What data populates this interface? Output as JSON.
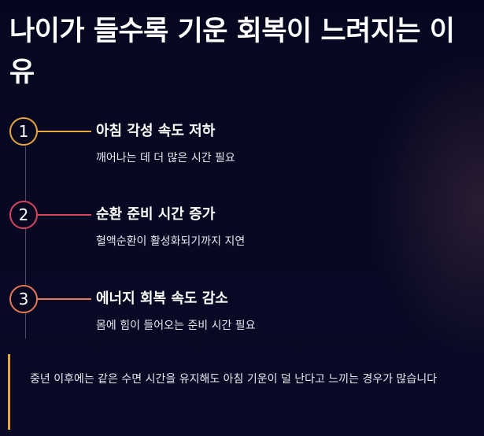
{
  "page": {
    "title": "나이가 들수록 기운 회복이 느려지는 이유"
  },
  "steps": [
    {
      "number": "1",
      "title": "아침 각성 속도 저하",
      "description": "깨어나는 데 더 많은 시간 필요",
      "color": "#e9a63f"
    },
    {
      "number": "2",
      "title": "순환 준비 시간 증가",
      "description": "혈액순환이 활성화되기까지 지연",
      "color": "#d8455e"
    },
    {
      "number": "3",
      "title": "에너지 회복 속도 감소",
      "description": "몸에 힘이 들어오는 준비 시간 필요",
      "color": "#e47756"
    }
  ],
  "note": {
    "text": "중년 이후에는 같은 수면 시간을 유지해도 아침 기운이 덜 난다고 느끼는 경우가 많습니다",
    "accent_color": "#e7a53e"
  }
}
